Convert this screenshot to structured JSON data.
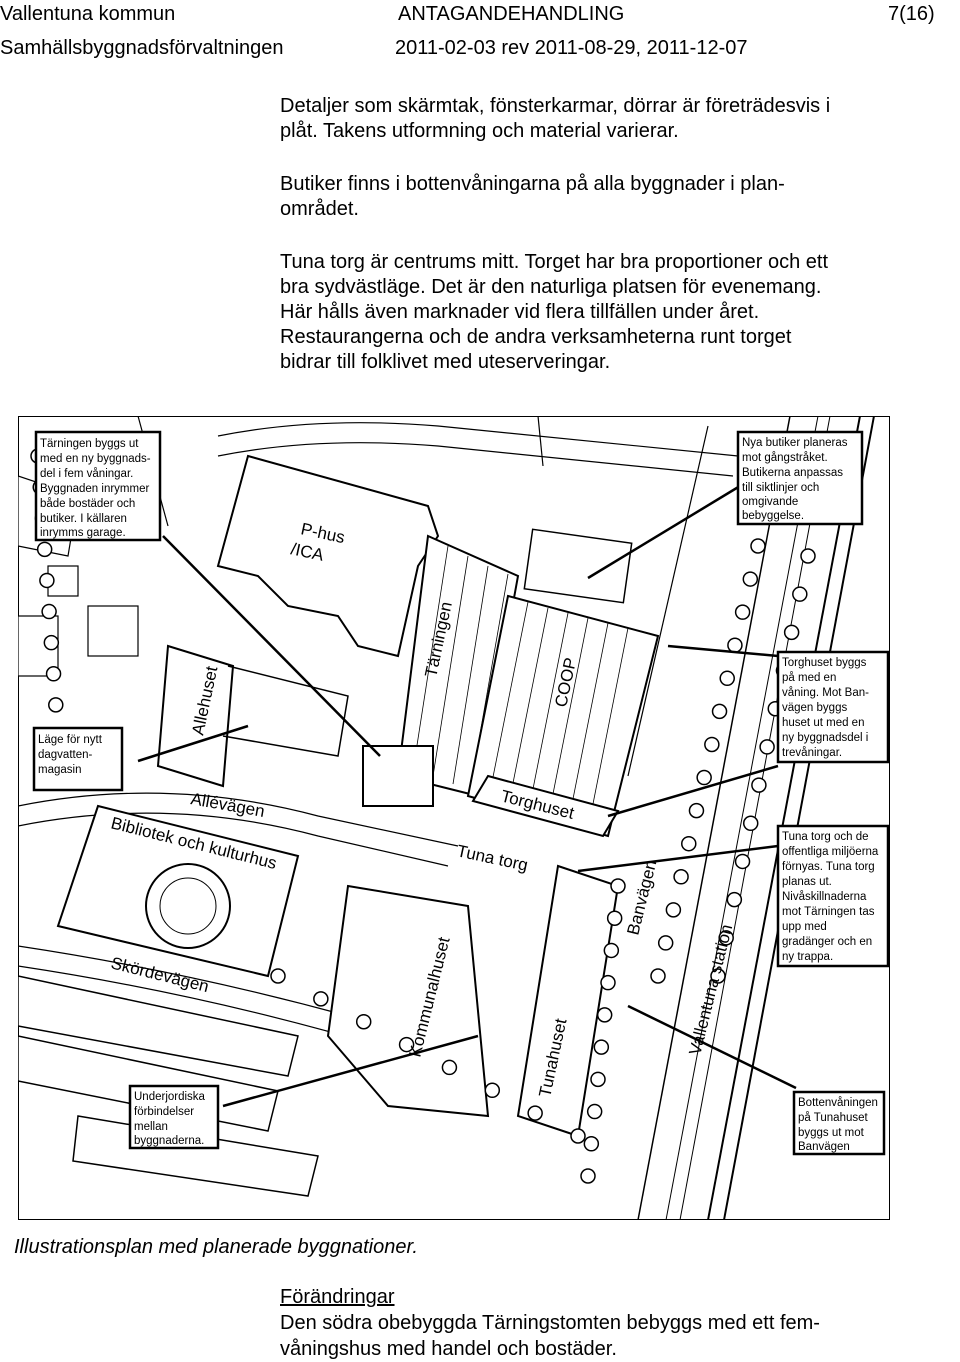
{
  "header": {
    "municipality": "Vallentuna kommun",
    "doc_type": "ANTAGANDEHANDLING",
    "page": "7(16)",
    "department": "Samhällsbyggnadsförvaltningen",
    "dates": "2011-02-03 rev 2011-08-29, 2011-12-07"
  },
  "body": {
    "para1": [
      "Detaljer som skärmtak, fönsterkarmar, dörrar är företrädesvis i",
      "plåt. Takens utformning och material varierar."
    ],
    "para2": [
      "Butiker finns i bottenvåningarna på alla byggnader i plan-",
      "området."
    ],
    "para3": [
      "Tuna torg är centrums mitt. Torget har bra proportioner och ett",
      "bra sydvästläge. Det är den naturliga platsen för evenemang.",
      "Här hålls även marknader vid flera tillfällen under året.",
      " Restaurangerna och de andra verksamheterna runt torget",
      "bidrar till folklivet med uteserveringar."
    ]
  },
  "map": {
    "labels": {
      "phus": [
        "P-hus",
        "/ICA"
      ],
      "tarningen": "Tärningen",
      "coop": "COOP",
      "allehuset": "Allehuset",
      "torghuset": "Torghuset",
      "allevagen": "Allévägen",
      "bibliotek": "Bibliotek och kulturhus",
      "tunatorg": "Tuna torg",
      "skordevagen": "Skördevägen",
      "kommunalhuset": "Kommunalhuset",
      "tunahuset": "Tunahuset",
      "banvagen": "Banvägen",
      "station": "Vallentuna station"
    },
    "callouts": {
      "tarningen_note": [
        "Tärningen byggs ut",
        "med en ny byggnads-",
        "del i fem våningar.",
        "Byggnaden inrymmer",
        "både bostäder och",
        "butiker. I källaren",
        "inrymms garage."
      ],
      "shops_note": [
        "Nya butiker planeras",
        "mot gångstråket.",
        "Butikerna anpassas",
        "till siktlinjer och",
        "omgivande",
        "bebyggelse."
      ],
      "torghuset_note": [
        "Torghuset byggs",
        "på med en",
        "våning. Mot Ban-",
        "vägen byggs",
        "huset ut med en",
        "ny byggnadsdel i",
        "trevåningar."
      ],
      "water_note": [
        "Läge för nytt",
        "dagvatten-",
        "magasin"
      ],
      "square_note": [
        "Tuna torg och de",
        "offentliga miljöerna",
        "förnyas. Tuna torg",
        "planas ut.",
        "Nivåskillnaderna",
        "mot Tärningen tas",
        "upp med",
        "gradänger och en",
        "ny trappa."
      ],
      "underground_note": [
        "Underjordiska",
        "förbindelser",
        "mellan",
        "byggnaderna."
      ],
      "tunahuset_note": [
        "Bottenvåningen",
        "på Tunahuset",
        "byggs ut mot",
        "Banvägen"
      ]
    }
  },
  "caption": "Illustrationsplan med planerade byggnationer.",
  "changes": {
    "heading": "Förändringar",
    "lines": [
      "Den södra obebyggda Tärningstomten bebyggs med ett fem-",
      "våningshus med handel och bostäder."
    ]
  }
}
